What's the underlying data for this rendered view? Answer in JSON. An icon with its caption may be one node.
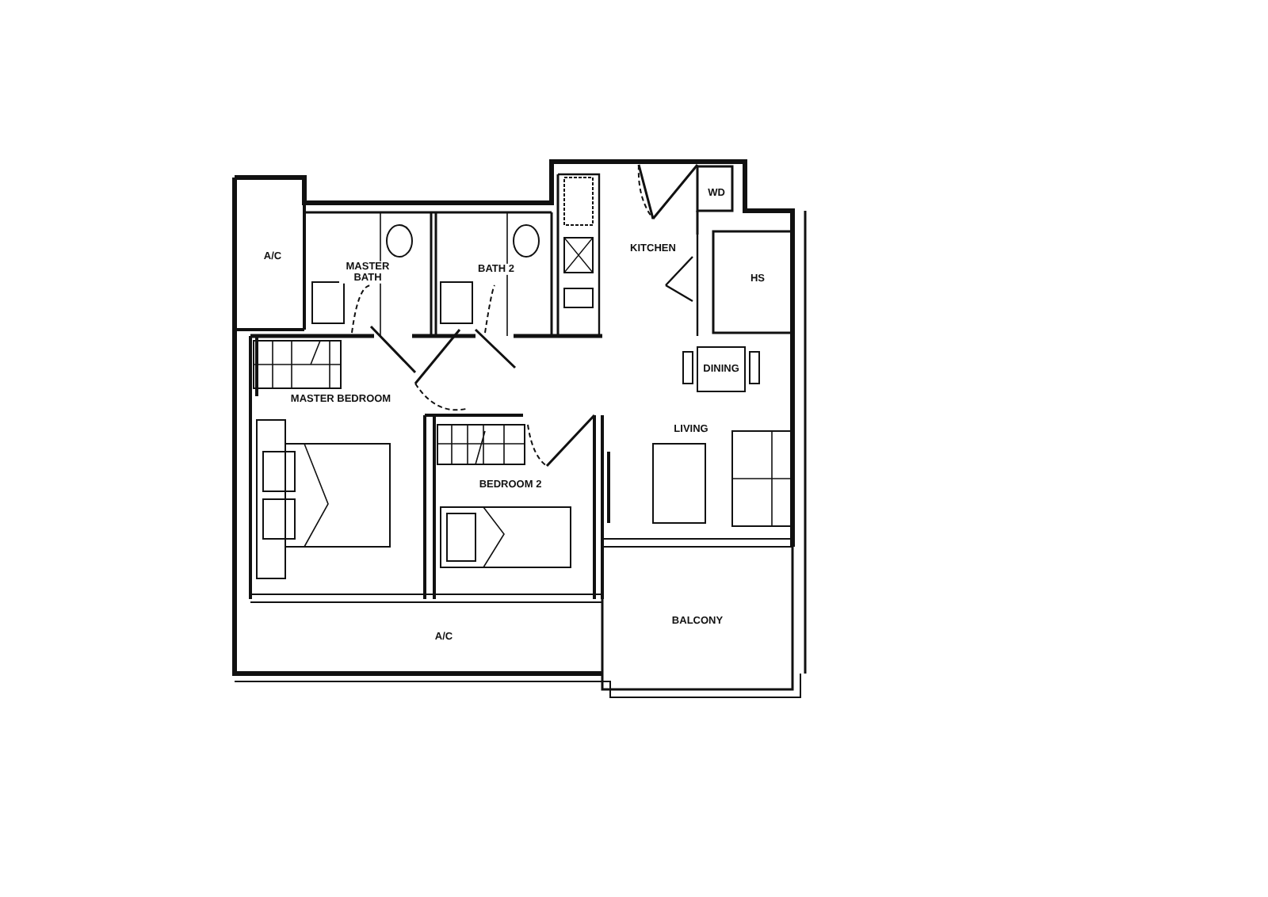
{
  "diagram": {
    "labels": [
      "A/C",
      "MASTER BATH",
      "BATH 2",
      "KITCHEN",
      "WD",
      "HS",
      "DINING",
      "MASTER BEDROOM",
      "LIVING",
      "BEDROOM 2",
      "A/C",
      "BALCONY"
    ]
  }
}
